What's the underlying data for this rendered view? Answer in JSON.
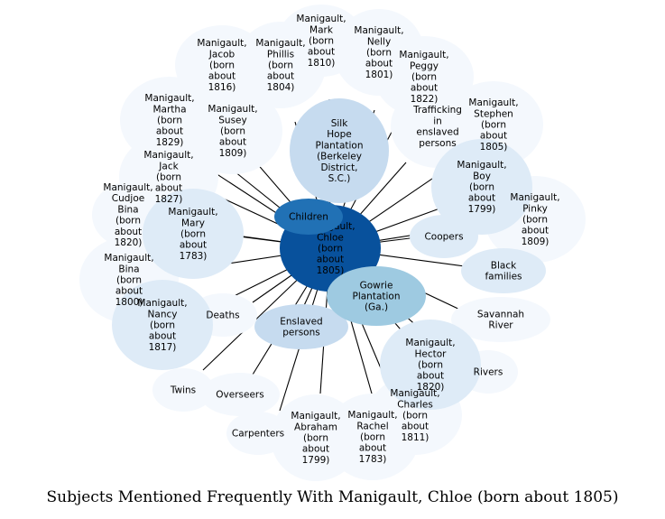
{
  "caption": "Subjects Mentioned Frequently With Manigault, Chloe (born about 1805)",
  "colors": {
    "edge": "#000000",
    "label": "#000000"
  },
  "center_node": {
    "lines": [
      "Manigault,",
      "Chloe",
      "(born",
      "about",
      "1805)"
    ],
    "color": "#08519c"
  },
  "nodes": [
    {
      "name": "node-jacob",
      "lines": [
        "Manigault,",
        "Jacob",
        "(born",
        "about",
        "1816)"
      ],
      "color": "#f4f8fd"
    },
    {
      "name": "node-phillis",
      "lines": [
        "Manigault,",
        "Phillis",
        "(born",
        "about",
        "1804)"
      ],
      "color": "#f4f8fd"
    },
    {
      "name": "node-mark",
      "lines": [
        "Manigault,",
        "Mark",
        "(born",
        "about",
        "1810)"
      ],
      "color": "#f4f8fd"
    },
    {
      "name": "node-nelly",
      "lines": [
        "Manigault,",
        "Nelly",
        "(born",
        "about",
        "1801)"
      ],
      "color": "#f4f8fd"
    },
    {
      "name": "node-peggy",
      "lines": [
        "Manigault,",
        "Peggy",
        "(born",
        "about",
        "1822)"
      ],
      "color": "#f4f8fd"
    },
    {
      "name": "node-martha",
      "lines": [
        "Manigault,",
        "Martha",
        "(born",
        "about",
        "1829)"
      ],
      "color": "#f4f8fd"
    },
    {
      "name": "node-susey",
      "lines": [
        "Manigault,",
        "Susey",
        "(born",
        "about",
        "1809)"
      ],
      "color": "#f4f8fd"
    },
    {
      "name": "node-silk-hope",
      "lines": [
        "Silk",
        "Hope",
        "Plantation",
        "(Berkeley",
        "District,",
        "S.C.)"
      ],
      "color": "#c6dbef"
    },
    {
      "name": "node-trafficking",
      "lines": [
        "Trafficking",
        "in",
        "enslaved",
        "persons"
      ],
      "color": "#f4f8fd"
    },
    {
      "name": "node-stephen",
      "lines": [
        "Manigault,",
        "Stephen",
        "(born",
        "about",
        "1805)"
      ],
      "color": "#f4f8fd"
    },
    {
      "name": "node-unnamed-1827",
      "lines": [
        "Manigault,",
        "Jack",
        "(born",
        "about",
        "1827)"
      ],
      "color": "#f4f8fd"
    },
    {
      "name": "node-boy",
      "lines": [
        "Manigault,",
        "Boy",
        "(born",
        "about",
        "1799)"
      ],
      "color": "#deebf7"
    },
    {
      "name": "node-cudjoe-bina",
      "lines": [
        "Manigault,",
        "Cudjoe",
        "Bina",
        "(born",
        "about",
        "1820)"
      ],
      "color": "#f4f8fd"
    },
    {
      "name": "node-mary",
      "lines": [
        "Manigault,",
        "Mary",
        "(born",
        "about",
        "1783)"
      ],
      "color": "#deebf7"
    },
    {
      "name": "node-children",
      "lines": [
        "Children"
      ],
      "color": "#2171b5"
    },
    {
      "name": "node-pinky",
      "lines": [
        "Manigault,",
        "Pinky",
        "(born",
        "about",
        "1809)"
      ],
      "color": "#f4f8fd"
    },
    {
      "name": "node-coopers",
      "lines": [
        "Coopers"
      ],
      "color": "#deebf7"
    },
    {
      "name": "node-bina",
      "lines": [
        "Manigault,",
        "Bina",
        "(born",
        "about",
        "1800)"
      ],
      "color": "#f4f8fd"
    },
    {
      "name": "node-black-families",
      "lines": [
        "Black",
        "families"
      ],
      "color": "#deebf7"
    },
    {
      "name": "node-gowrie",
      "lines": [
        "Gowrie",
        "Plantation",
        "(Ga.)"
      ],
      "color": "#9ecae1"
    },
    {
      "name": "node-deaths",
      "lines": [
        "Deaths"
      ],
      "color": "#f4f8fd"
    },
    {
      "name": "node-nancy",
      "lines": [
        "Manigault,",
        "Nancy",
        "(born",
        "about",
        "1817)"
      ],
      "color": "#deebf7"
    },
    {
      "name": "node-enslaved",
      "lines": [
        "Enslaved",
        "persons"
      ],
      "color": "#c6dbef"
    },
    {
      "name": "node-savannah",
      "lines": [
        "Savannah",
        "River"
      ],
      "color": "#f4f8fd"
    },
    {
      "name": "node-hector",
      "lines": [
        "Manigault,",
        "Hector",
        "(born",
        "about",
        "1820)"
      ],
      "color": "#deebf7"
    },
    {
      "name": "node-rivers",
      "lines": [
        "Rivers"
      ],
      "color": "#f4f8fd"
    },
    {
      "name": "node-twins",
      "lines": [
        "Twins"
      ],
      "color": "#f4f8fd"
    },
    {
      "name": "node-overseers",
      "lines": [
        "Overseers"
      ],
      "color": "#f4f8fd"
    },
    {
      "name": "node-born-1811",
      "lines": [
        "Manigault,",
        "Charles",
        "(born",
        "about",
        "1811)"
      ],
      "color": "#f4f8fd"
    },
    {
      "name": "node-carpenters",
      "lines": [
        "Carpenters"
      ],
      "color": "#f4f8fd"
    },
    {
      "name": "node-abraham",
      "lines": [
        "Manigault,",
        "Abraham",
        "(born",
        "about",
        "1799)"
      ],
      "color": "#f4f8fd"
    },
    {
      "name": "node-rachel",
      "lines": [
        "Manigault,",
        "Rachel",
        "(born",
        "about",
        "1783)"
      ],
      "color": "#f4f8fd"
    }
  ]
}
